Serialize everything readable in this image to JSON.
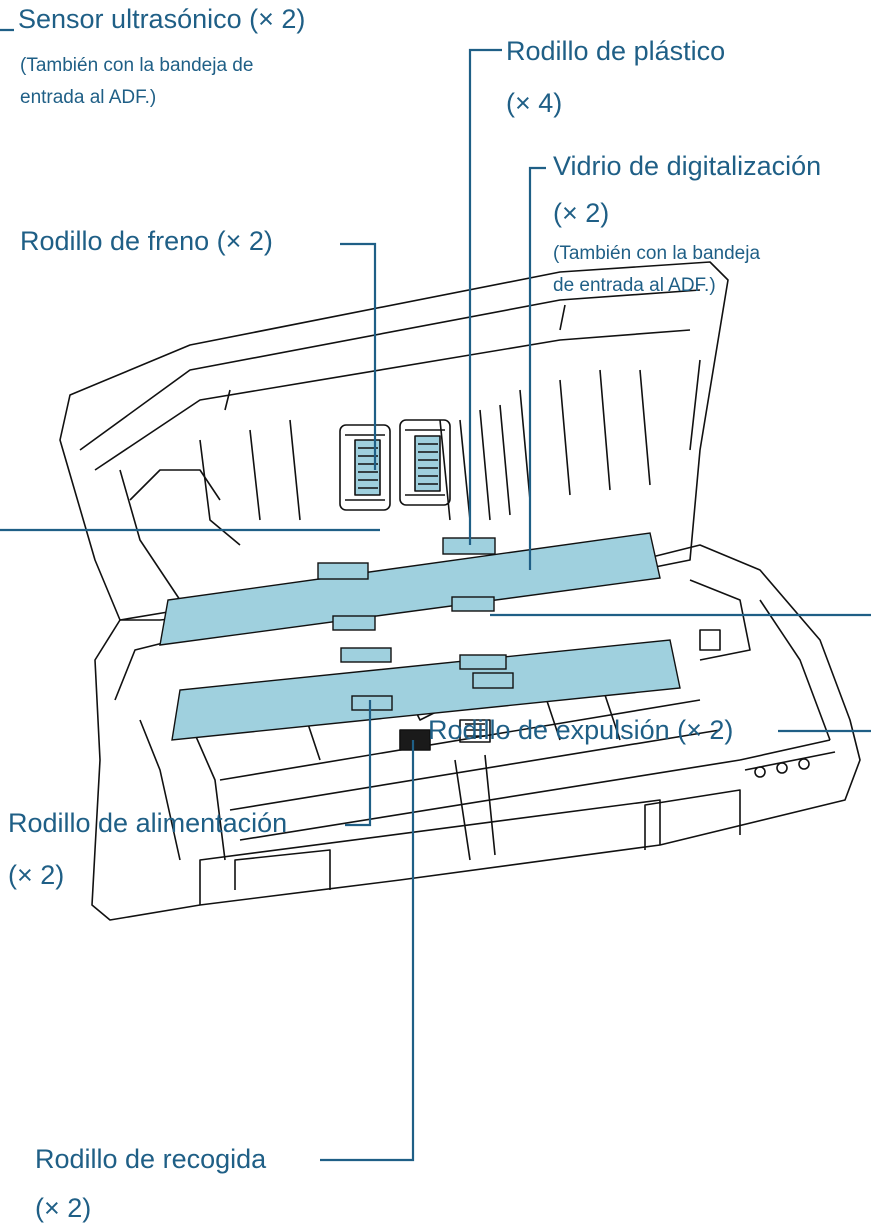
{
  "labels": {
    "sensor": "Sensor ultrasónico (× 2)",
    "sensor_note": [
      "(También con la bandeja de",
      "entrada al ADF.)"
    ],
    "plastic": "Rodillo de plástico",
    "plastic_count": "(× 4)",
    "glass": "Vidrio de digitalización",
    "glass_count": "(× 2)",
    "glass_note": [
      "(También con la bandeja",
      "de entrada al ADF.)"
    ],
    "brake": "Rodillo de freno (× 2)",
    "feed": "Rodillo de alimentación",
    "feed_count": "(× 2)",
    "eject": "Rodillo de expulsión (× 2)",
    "pick": "Rodillo de recogida",
    "pick_count": "(× 2)"
  },
  "colors": {
    "callout": "#1f5f86",
    "highlight": "#9fd0de",
    "drawing": "#111111"
  }
}
